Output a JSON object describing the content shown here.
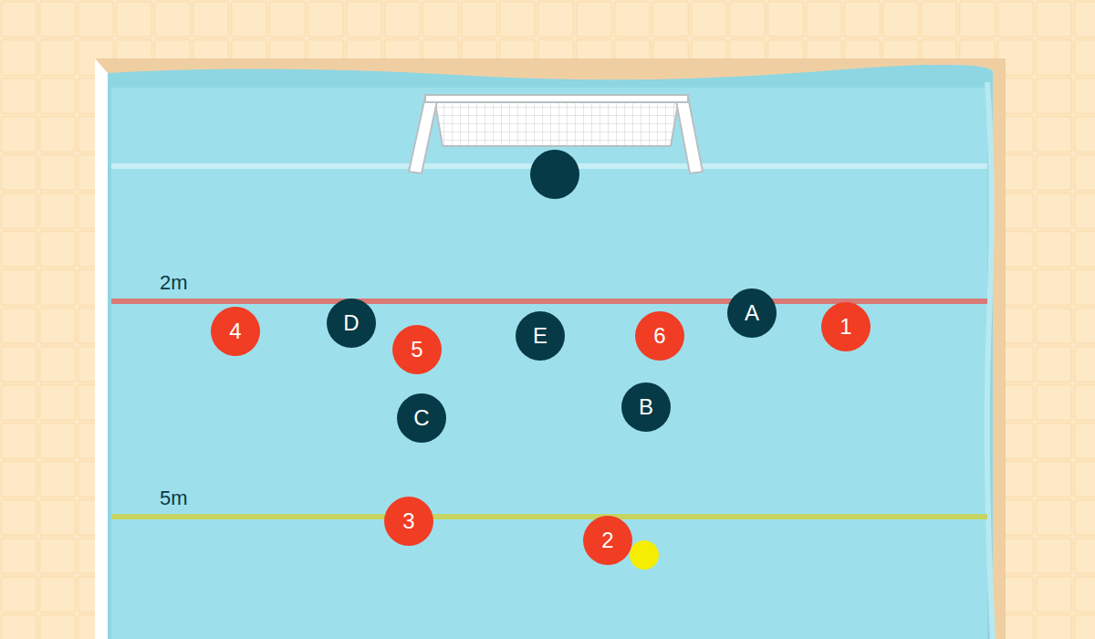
{
  "diagram": {
    "nodes": [
      {
        "text": [
          "4"
        ]
      },
      {
        "text": [
          "D"
        ]
      },
      {
        "text": [
          "5"
        ]
      },
      {
        "text": [
          "E"
        ]
      },
      {
        "text": [
          "6"
        ]
      },
      {
        "text": [
          "A"
        ]
      },
      {
        "text": [
          "1"
        ]
      },
      {
        "text": [
          "B"
        ]
      },
      {
        "text": [
          "C"
        ]
      },
      {
        "text": [
          "3"
        ]
      },
      {
        "text": [
          "2"
        ]
      }
    ],
    "labels": [
      "2m",
      "5m"
    ]
  }
}
